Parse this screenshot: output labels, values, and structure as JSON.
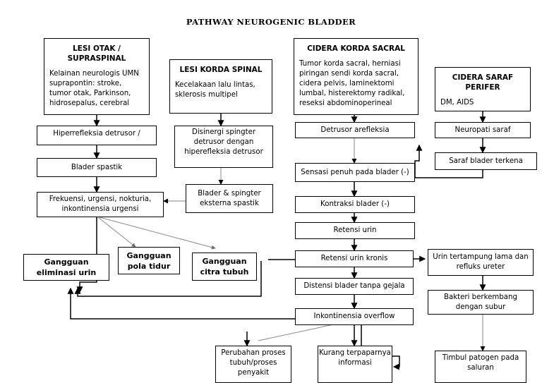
{
  "title": "PATHWAY NEUROGENIC BLADDER",
  "nodes": {
    "lesi_otak": {
      "heading": "LESI OTAK / SUPRASPINAL",
      "body": "Kelainan neurologis UMN suprapontin: stroke, tumor otak, Parkinson, hidrosepalus, cerebral"
    },
    "lesi_korda_spinal": {
      "heading": "LESI KORDA SPINAL",
      "body": "Kecelakaan lalu lintas, sklerosis multipel"
    },
    "cidera_korda_sacral": {
      "heading": "CIDERA KORDA SACRAL",
      "body": "Tumor korda sacral, herniasi piringan sendi korda sacral, cidera pelvis, laminektomi lumbal, histerektomy radikal, reseksi abdominoperineal"
    },
    "cidera_saraf_perifer": {
      "heading": "CIDERA SARAF PERIFER",
      "body": "DM, AIDS"
    },
    "hiperrefleksia": {
      "body": "Hiperrefleksia detrusor /"
    },
    "blader_spastik": {
      "body": "Blader spastik"
    },
    "frekuensi": {
      "body": "Frekuensi, urgensi, nokturia, inkontinensia urgensi"
    },
    "disinergi": {
      "body": "Disinergi spingter detrusor dengan hiperefleksia detrusor"
    },
    "blader_spingter": {
      "body": "Blader & spingter eksterna spastik"
    },
    "detrusor_arefleksia": {
      "body": "Detrusor arefleksia"
    },
    "sensasi_penuh": {
      "body": "Sensasi penuh pada blader (-)"
    },
    "kontraksi_blader": {
      "body": "Kontraksi blader (-)"
    },
    "retensi_urin": {
      "body": "Retensi urin"
    },
    "retensi_urin_kronis": {
      "body": "Retensi urin kronis"
    },
    "distensi_blader": {
      "body": "Distensi blader tanpa gejala"
    },
    "inkontinensia_overflow": {
      "body": "Inkontinensia overflow"
    },
    "neuropati_saraf": {
      "body": "Neuropati saraf"
    },
    "saraf_blader": {
      "body": "Saraf blader terkena"
    },
    "urin_tertampung": {
      "body": "Urin tertampung lama dan refluks ureter"
    },
    "bakteri": {
      "body": "Bakteri berkembang dengan subur"
    },
    "timbul_patogen": {
      "body": "Timbul patogen pada saluran"
    },
    "gangguan_eliminasi": {
      "body": "Gangguan eliminasi urin"
    },
    "gangguan_pola_tidur": {
      "body": "Gangguan pola tidur"
    },
    "gangguan_citra_tubuh": {
      "body": "Gangguan citra tubuh"
    },
    "perubahan_proses": {
      "body": "Perubahan proses tubuh/proses penyakit"
    },
    "kurang_terpapar": {
      "body": "Kurang terpaparnya informasi"
    }
  },
  "colors": {
    "stroke": "#000000",
    "faint_stroke": "#8a8a8a",
    "background": "#ffffff"
  }
}
